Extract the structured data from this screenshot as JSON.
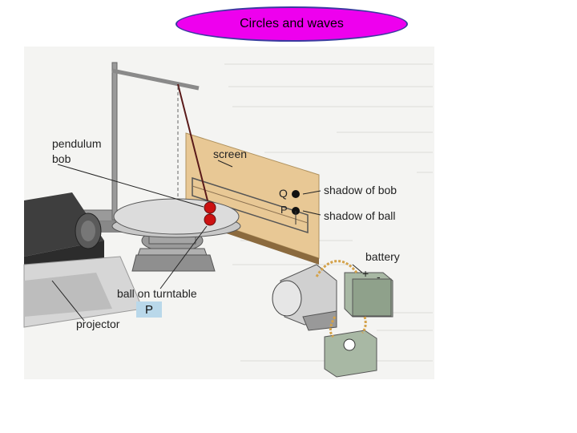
{
  "title": "Circles and waves",
  "labels": {
    "pendulum_bob_line1": "pendulum",
    "pendulum_bob_line2": "bob",
    "screen": "screen",
    "shadow_of_bob": "shadow of bob",
    "shadow_of_ball": "shadow of ball",
    "q": "Q",
    "p": "P",
    "battery": "battery",
    "plus": "+",
    "minus": "-",
    "ball_on_turntable": "ball on turntable",
    "projector": "projector",
    "p_box": "P"
  },
  "colors": {
    "title_fill": "#ee00ee",
    "title_border": "#3a3aa0",
    "screen": "#e8c895",
    "ball": "#cc1111",
    "p_box": "#b9d8ea"
  }
}
